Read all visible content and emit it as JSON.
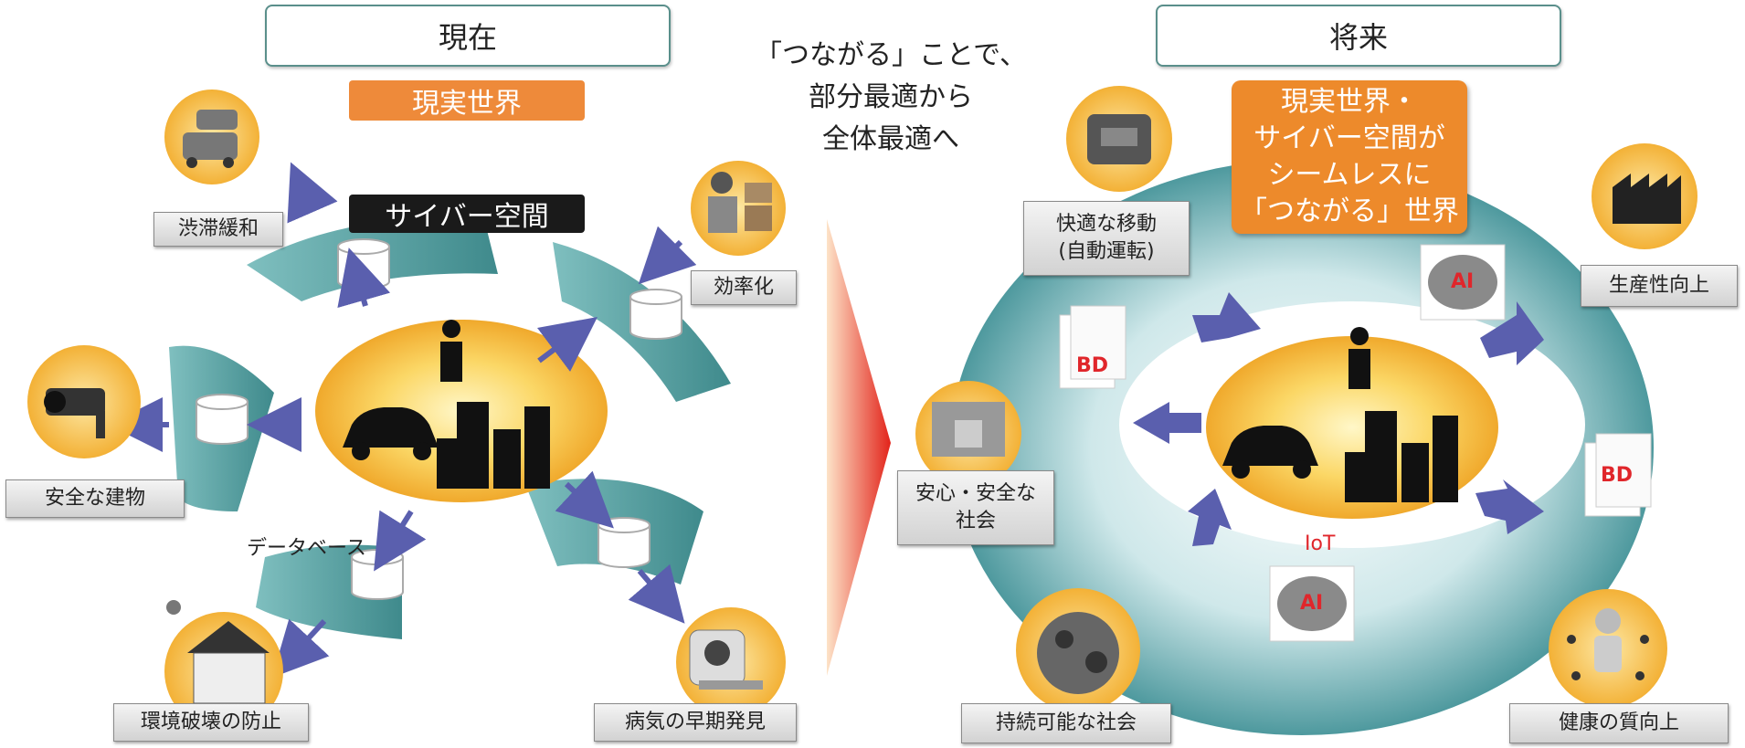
{
  "left_panel": {
    "header": "現在",
    "real_world_label": "現実世界",
    "cyber_label": "サイバー空間",
    "database_label": "データベース",
    "items": {
      "traffic": "渋滞緩和",
      "efficiency": "効率化",
      "safe_building": "安全な建物",
      "environment": "環境破壊の防止",
      "disease": "病気の早期発見"
    }
  },
  "center": {
    "line1": "「つながる」ことで、",
    "line2": "部分最適から",
    "line3": "全体最適へ"
  },
  "right_panel": {
    "header": "将来",
    "block_lines": [
      "現実世界・",
      "サイバー空間が",
      "シームレスに",
      "「つながる」世界"
    ],
    "bd_label": "BD",
    "ai_label": "AI",
    "iot_label": "IoT",
    "items": {
      "mobility_line1": "快適な移動",
      "mobility_line2": "(自動運転)",
      "productivity": "生産性向上",
      "safe_society_line1": "安心・安全な",
      "safe_society_line2": "社会",
      "sustainable": "持続可能な社会",
      "health": "健康の質向上"
    }
  },
  "colors": {
    "teal": "#5fa9a6",
    "orange": "#ed8a2b",
    "arrow": "#5a5fae",
    "bd_red": "#e0262b"
  }
}
